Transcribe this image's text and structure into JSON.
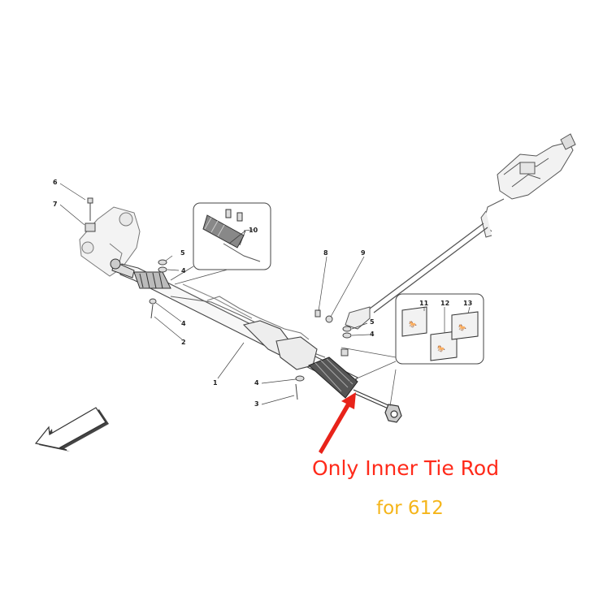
{
  "part_labels": {
    "p1": "1",
    "p2": "2",
    "p3": "3",
    "p4a": "4",
    "p4b": "4",
    "p4c": "4",
    "p4d": "4",
    "p5a": "5",
    "p5b": "5",
    "p6": "6",
    "p7": "7",
    "p8": "8",
    "p9": "9",
    "p10": "10",
    "p11": "11",
    "p12": "12",
    "p13": "13"
  },
  "callout": {
    "main": "Only Inner Tie Rod",
    "sub": "for 612"
  },
  "colors": {
    "callout_main": "#ff2a1a",
    "callout_sub": "#f5b51a",
    "arrow": "#e8231a",
    "line_art": "#333333"
  }
}
